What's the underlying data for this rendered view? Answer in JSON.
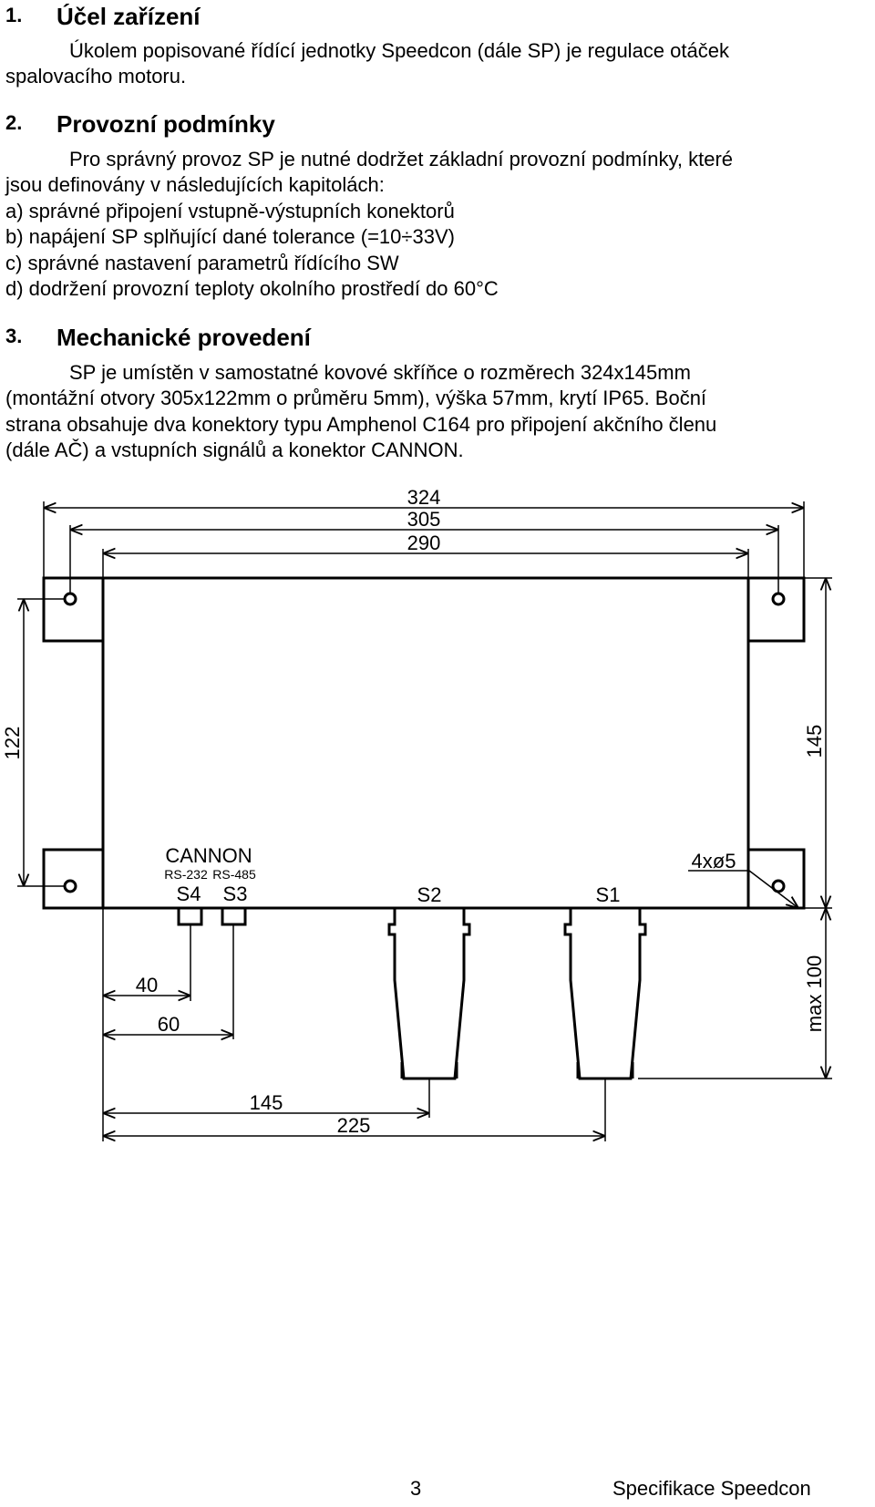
{
  "sections": [
    {
      "number": "1.",
      "title": "Účel zařízení",
      "paragraph": [
        "Úkolem popisované řídící jednotky Speedcon (dále SP) je regulace otáček",
        "spalovacího motoru."
      ]
    },
    {
      "number": "2.",
      "title": "Provozní podmínky",
      "paragraph": [
        "Pro správný provoz SP je nutné dodržet základní provozní podmínky, které",
        "jsou definovány v následujících kapitolách:",
        "a) správné připojení vstupně-výstupních konektorů",
        "b) napájení SP splňující dané tolerance (=10÷33V)",
        "c) správné nastavení parametrů řídícího SW",
        "d) dodržení provozní teploty okolního prostředí do 60°C"
      ]
    },
    {
      "number": "3.",
      "title": "Mechanické provedení",
      "paragraph": [
        "SP je umístěn v samostatné kovové skříňce o rozměrech 324x145mm",
        "(montážní otvory 305x122mm o průměru 5mm), výška 57mm, krytí IP65. Boční",
        "strana obsahuje dva konektory typu Amphenol C164 pro připojení akčního členu",
        "(dále AČ) a vstupních signálů a konektor CANNON."
      ]
    }
  ],
  "drawing": {
    "dim_324": "324",
    "dim_305": "305",
    "dim_290": "290",
    "dim_122": "122",
    "dim_145_right": "145",
    "dim_max100": "max 100",
    "dim_40": "40",
    "dim_60": "60",
    "dim_145_bottom": "145",
    "dim_225": "225",
    "label_cannon": "CANNON",
    "label_rs232": "RS-232",
    "label_rs485": "RS-485",
    "label_s4": "S4",
    "label_s3": "S3",
    "label_s2": "S2",
    "label_s1": "S1",
    "label_holes": "4xø5"
  },
  "footer": {
    "page_number": "3",
    "document_title": "Specifikace Speedcon"
  }
}
